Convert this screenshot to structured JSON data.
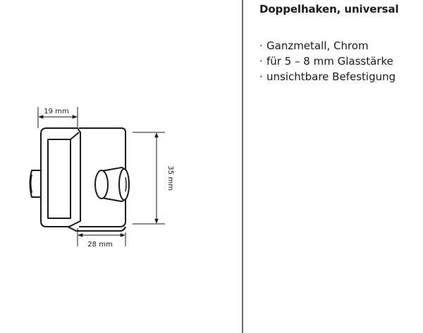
{
  "drawing": {
    "dim_width_top": "19 mm",
    "dim_width_bottom": "28 mm",
    "dim_height": "35 mm"
  },
  "product": {
    "title": "Doppelhaken, universal",
    "features": [
      "Ganzmetall, Chrom",
      "für 5 – 8 mm Glasstärke",
      "unsichtbare Befestigung"
    ]
  },
  "colors": {
    "outline": "#1a1a1a",
    "dimension_line": "#1a1a1a",
    "divider": "#6d6d6d"
  }
}
